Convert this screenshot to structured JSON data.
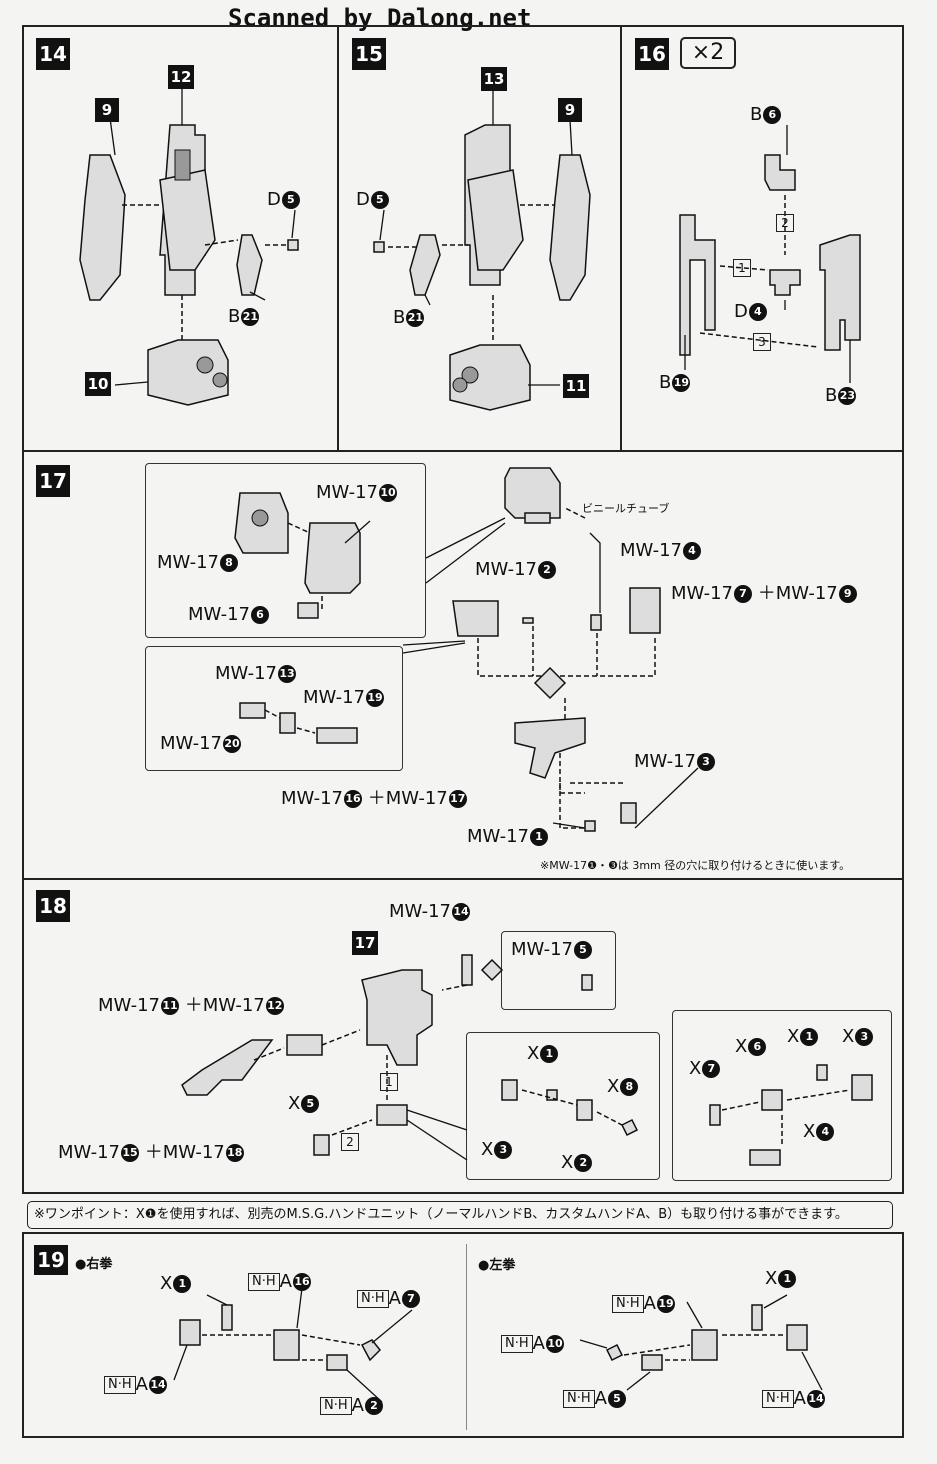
{
  "watermark": "Scanned by Dalong.net",
  "steps": {
    "s14": {
      "number": "14",
      "labels": {
        "a": "12",
        "b": "9",
        "c_letter": "D",
        "c_num": "5",
        "d_letter": "B",
        "d_num": "21",
        "e": "10"
      }
    },
    "s15": {
      "number": "15",
      "labels": {
        "a": "13",
        "b": "9",
        "c_letter": "D",
        "c_num": "5",
        "d_letter": "B",
        "d_num": "21",
        "e": "11"
      }
    },
    "s16": {
      "number": "16",
      "multiplier": "×2",
      "labels": {
        "b6_letter": "B",
        "b6_num": "6",
        "d4_letter": "D",
        "d4_num": "4",
        "b19_letter": "B",
        "b19_num": "19",
        "b23_letter": "B",
        "b23_num": "23",
        "seq1": "1",
        "seq2": "2",
        "seq3": "3"
      }
    },
    "s17": {
      "number": "17",
      "tube_label": "ビニールチューブ",
      "prefix": "MW-17",
      "parts": {
        "p10": "10",
        "p8": "8",
        "p6": "6",
        "p4": "4",
        "p2": "2",
        "p7": "7",
        "p9": "9",
        "p13": "13",
        "p19": "19",
        "p20": "20",
        "p16": "16",
        "p17": "17",
        "p3": "3",
        "p1": "1"
      },
      "plus": "＋",
      "note": "※MW-17❶・❸は 3mm 径の穴に取り付けるときに使います。"
    },
    "s18": {
      "number": "18",
      "prefix": "MW-17",
      "plus": "＋",
      "ref_step": "17",
      "parts": {
        "p14": "14",
        "p5": "5",
        "p11": "11",
        "p12": "12",
        "p15": "15",
        "p18": "18"
      },
      "x_letter": "X",
      "x_parts": {
        "x5": "5",
        "x1a": "1",
        "x8": "8",
        "x3a": "3",
        "x2": "2",
        "x6": "6",
        "x1b": "1",
        "x3b": "3",
        "x7": "7",
        "x4": "4"
      },
      "seq1": "1",
      "seq2": "2"
    },
    "onepoint": "※ワンポイント：X❶を使用すれば、別売のM.S.G.ハンドユニット（ノーマルハンドB、カスタムハンドA、B）も取り付ける事ができます。",
    "s19": {
      "number": "19",
      "right_fist": "●右拳",
      "left_fist": "●左拳",
      "nh": "N·H",
      "a": "A",
      "x_letter": "X",
      "right": {
        "x1": "1",
        "a16": "16",
        "a7": "7",
        "a14": "14",
        "a2": "2"
      },
      "left": {
        "x1": "1",
        "a19": "19",
        "a10": "10",
        "a5": "5",
        "a14": "14"
      }
    }
  }
}
